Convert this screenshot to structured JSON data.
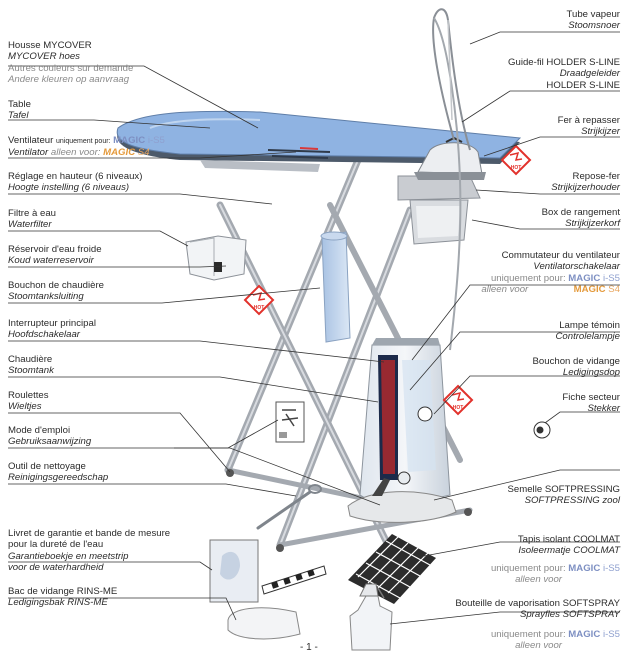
{
  "labels": {
    "housse": {
      "fr": "Housse MYCOVER",
      "nl": "MYCOVER hoes",
      "note_fr": "Autres couleurs sur demande",
      "note_nl": "Andere kleuren op aanvraag"
    },
    "table": {
      "fr": "Table",
      "nl": "Tafel"
    },
    "ventilateur": {
      "fr": "Ventilateur",
      "nl": "Ventilator",
      "only_fr": "uniquement pour:",
      "only_nl": "alleen voor:",
      "model_1": "MAGIC",
      "model_1_suffix": "i-S5",
      "model_2": "MAGIC",
      "model_2_suffix": "S4"
    },
    "reglage": {
      "fr": "Réglage en hauteur (6 niveaux)",
      "nl": "Hoogte instelling  (6 niveaus)"
    },
    "filtre": {
      "fr": "Filtre à eau",
      "nl": "Waterfilter"
    },
    "reservoir": {
      "fr": "Réservoir d'eau froide",
      "nl": "Koud waterreservoir"
    },
    "bouchon_chaudiere": {
      "fr": "Bouchon de chaudière",
      "nl": "Stoomtanksluiting"
    },
    "interrupteur": {
      "fr": "Interrupteur principal",
      "nl": "Hoofdschakelaar"
    },
    "chaudiere": {
      "fr": "Chaudière",
      "nl": "Stoomtank"
    },
    "roulettes": {
      "fr": "Roulettes",
      "nl": "Wieltjes"
    },
    "mode_emploi": {
      "fr": "Mode d'emploi",
      "nl": "Gebruiksaanwijzing"
    },
    "outil": {
      "fr": "Outil de nettoyage",
      "nl": "Reinigingsgereedschap"
    },
    "livret": {
      "fr_1": "Livret de garantie et bande de mesure",
      "fr_2": "pour la dureté de l'eau",
      "nl_1": "Garantieboekje en meetstrip",
      "nl_2": "voor de waterhardheid"
    },
    "bac": {
      "fr": "Bac de vidange RINS-ME",
      "nl": "Ledigingsbak RINS-ME"
    },
    "tube": {
      "fr": "Tube vapeur",
      "nl": "Stoomsnoer"
    },
    "guide": {
      "fr": "Guide-fil HOLDER S-LINE",
      "nl_1": "Draadgeleider",
      "nl_2": "HOLDER S-LINE"
    },
    "fer": {
      "fr": "Fer à repasser",
      "nl": "Strijkijzer"
    },
    "repose": {
      "fr": "Repose-fer",
      "nl": "Strijkijzerhouder"
    },
    "box": {
      "fr": "Box de rangement",
      "nl": "Strijkijzerkorf"
    },
    "commutateur": {
      "fr": "Commutateur du ventilateur",
      "nl": "Ventilatorschakelaar",
      "only_fr": "uniquement pour:",
      "only_nl": "alleen voor",
      "model_1": "MAGIC",
      "model_1_suffix": "i-S5",
      "model_2": "MAGIC",
      "model_2_suffix": "S4"
    },
    "lampe": {
      "fr": "Lampe témoin",
      "nl": "Controlelampje"
    },
    "bouchon_vidange": {
      "fr": "Bouchon de vidange",
      "nl": "Ledigingsdop"
    },
    "fiche": {
      "fr": "Fiche secteur",
      "nl": "Stekker"
    },
    "semelle": {
      "fr": "Semelle SOFTPRESSING",
      "nl": "SOFTPRESSING zool"
    },
    "tapis": {
      "fr": "Tapis isolant COOLMAT",
      "nl": "Isoleermatje COOLMAT",
      "only_fr": "uniquement pour:",
      "only_nl": "alleen voor",
      "model": "MAGIC",
      "model_suffix": "i-S5"
    },
    "bouteille": {
      "fr": "Bouteille de vaporisation SOFTSPRAY",
      "nl": "Sprayfles SOFTSPRAY",
      "only_fr": "uniquement pour:",
      "only_nl": "alleen voor",
      "model": "MAGIC",
      "model_suffix": "i-S5"
    }
  },
  "hot_badge": "HOT",
  "page_number": "- 1 -",
  "colors": {
    "board_blue": "#8fb3e2",
    "hot_red": "#e2322c",
    "frame_gray": "#a9adb3",
    "tank_blue": "#bcd0ea",
    "magic_blue": "#7d8fc2",
    "magic_orange": "#e49a3c"
  }
}
